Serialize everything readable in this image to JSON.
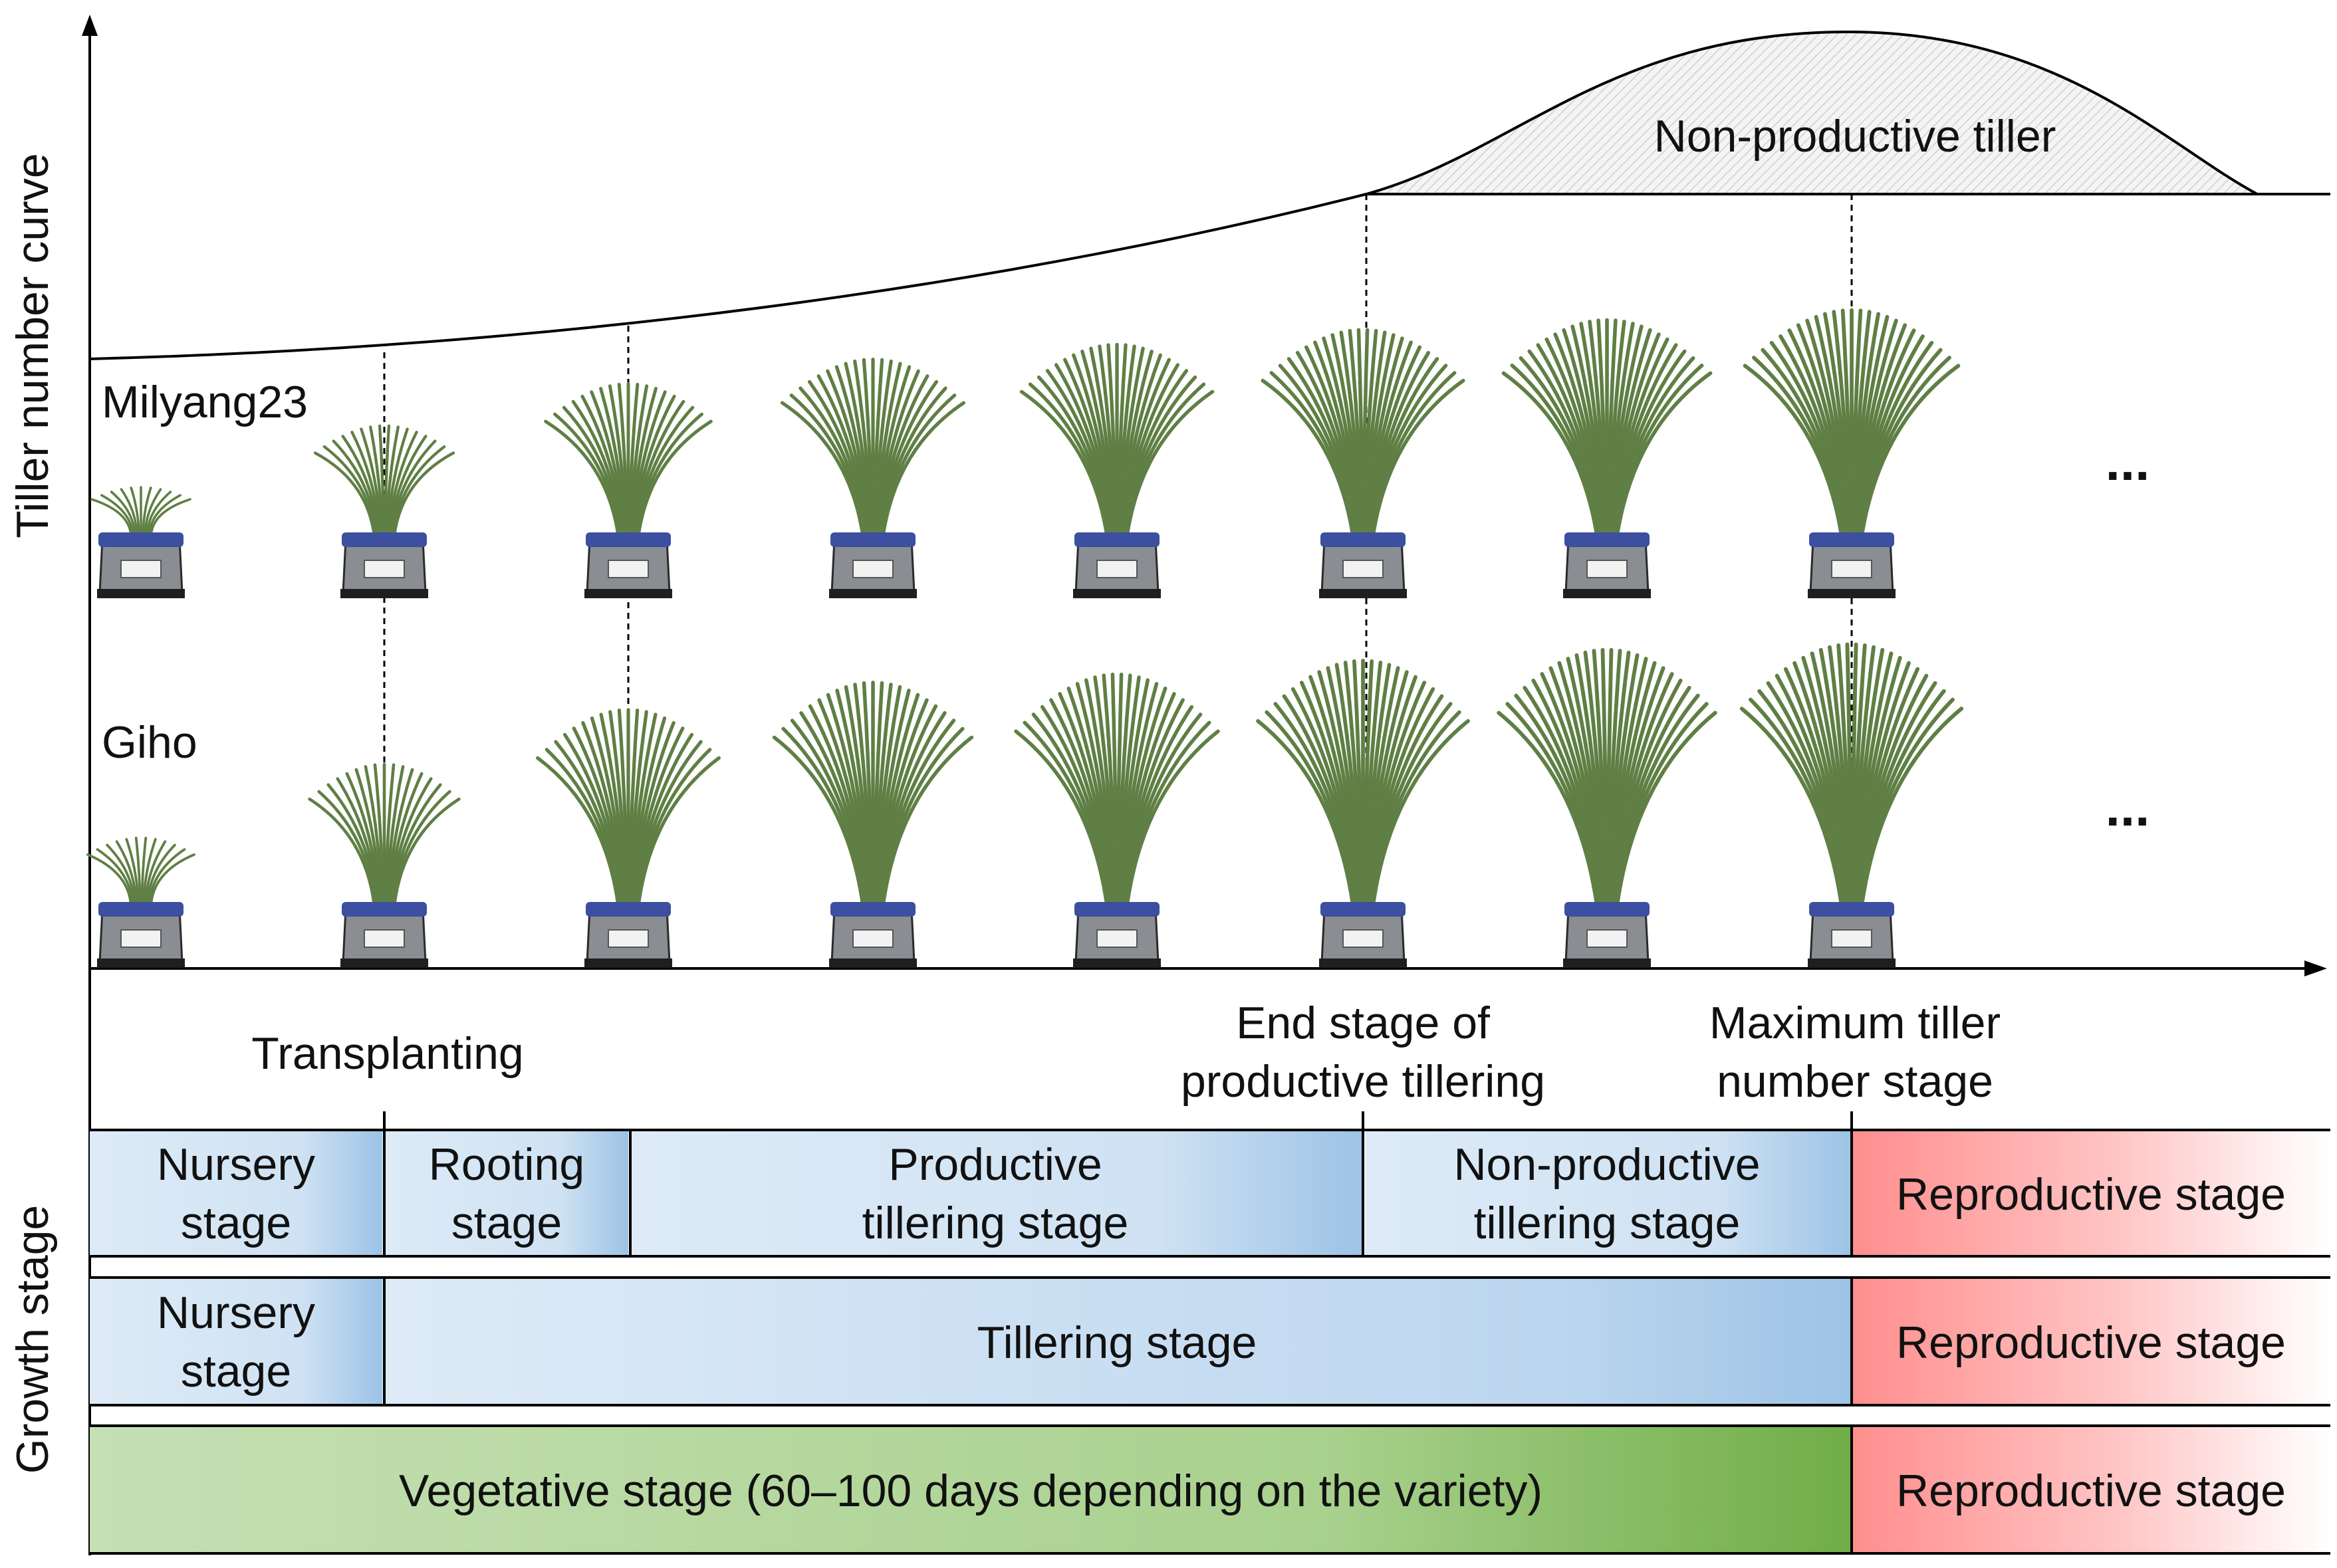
{
  "axis": {
    "y_top_label": "Tiller number curve",
    "y_bottom_label": "Growth stage"
  },
  "curve": {
    "non_productive_label": "Non-productive tiller"
  },
  "varieties": {
    "top": {
      "name": "Milyang23",
      "plant_heights": [
        0.2,
        0.45,
        0.62,
        0.72,
        0.78,
        0.84,
        0.88,
        0.92
      ]
    },
    "bottom": {
      "name": "Giho",
      "plant_heights": [
        0.25,
        0.52,
        0.72,
        0.82,
        0.85,
        0.9,
        0.94,
        0.96
      ]
    },
    "ellipsis": "..."
  },
  "events": {
    "transplanting": "Transplanting",
    "end_productive": [
      "End stage of",
      "productive tillering"
    ],
    "max_tiller": [
      "Maximum tiller",
      "number stage"
    ]
  },
  "stage_rows": [
    {
      "segments": [
        {
          "lines": [
            "Nursery",
            "stage"
          ]
        },
        {
          "lines": [
            "Rooting",
            "stage"
          ]
        },
        {
          "lines": [
            "Productive",
            "tillering stage"
          ]
        },
        {
          "lines": [
            "Non-productive",
            "tillering stage"
          ]
        },
        {
          "lines": [
            "Reproductive stage"
          ]
        }
      ]
    },
    {
      "segments": [
        {
          "lines": [
            "Nursery",
            "stage"
          ]
        },
        {
          "lines": [
            "Tillering stage"
          ]
        },
        {
          "lines": [
            "Reproductive stage"
          ]
        }
      ]
    },
    {
      "segments": [
        {
          "lines": [
            "Vegetative stage (60–100 days depending on the variety)"
          ]
        },
        {
          "lines": [
            "Reproductive stage"
          ]
        }
      ]
    }
  ],
  "colors": {
    "blue_light": "#deebf7",
    "blue_dark": "#9dc3e6",
    "blue_edge": "#5b9bd5",
    "green_light": "#c5e0b4",
    "green_dark": "#70ad47",
    "red_strong": "#ff8e8e",
    "pot_blue": "#3c4fa0",
    "leaf": "#5f7f44"
  }
}
